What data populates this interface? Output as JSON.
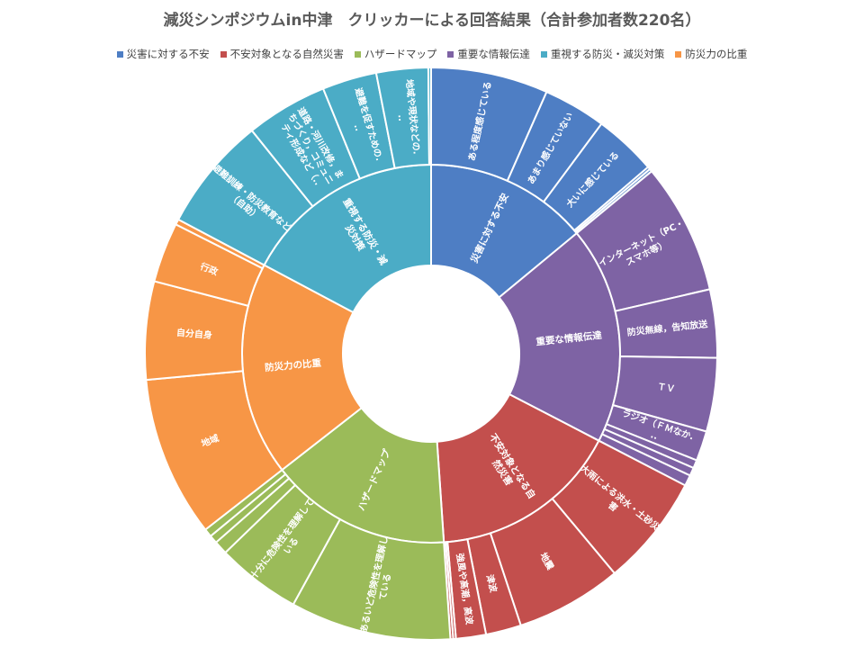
{
  "chart_data": {
    "type": "sunburst",
    "title": "減災シンポジウムin中津　クリッカーによる回答結果（合計参加者数220名）",
    "categories": [
      {
        "name": "災害に対する不安",
        "color": "#4e7ec4",
        "children": [
          {
            "label": "ある程度感じている",
            "value": 43
          },
          {
            "label": "あまり感じていない",
            "value": 23
          },
          {
            "label": "大いに感じている",
            "value": 23
          },
          {
            "label": "",
            "value": 1
          },
          {
            "label": "",
            "value": 1
          }
        ]
      },
      {
        "name": "重要な情報伝達",
        "color": "#7e63a4",
        "children": [
          {
            "label": "インターネット（PC・スマホ等）",
            "value": 48
          },
          {
            "label": "防災無線，告知放送",
            "value": 25
          },
          {
            "label": "ＴＶ",
            "value": 27
          },
          {
            "label": "ラジオ（ＦＭなか...",
            "value": 11
          },
          {
            "label": "",
            "value": 3
          },
          {
            "label": "",
            "value": 3
          },
          {
            "label": "",
            "value": 4
          }
        ]
      },
      {
        "name": "不安対象となる自然災害",
        "color": "#c34f4d",
        "children": [
          {
            "label": "大雨による洪水・土砂災害",
            "value": 41
          },
          {
            "label": "地震",
            "value": 39
          },
          {
            "label": "津波",
            "value": 13
          },
          {
            "label": "強風や高潮，高波",
            "value": 11
          },
          {
            "label": "",
            "value": 1
          },
          {
            "label": "",
            "value": 1
          }
        ]
      },
      {
        "name": "ハザードマップ",
        "color": "#9bbb59",
        "children": [
          {
            "label": "あるいど危険性を理解している",
            "value": 59
          },
          {
            "label": "十分に危険性を理解している",
            "value": 31
          },
          {
            "label": "",
            "value": 5
          },
          {
            "label": "",
            "value": 3
          },
          {
            "label": "",
            "value": 3
          }
        ]
      },
      {
        "name": "防災力の比重",
        "color": "#f79646",
        "children": [
          {
            "label": "地域",
            "value": 59
          },
          {
            "label": "自分自身",
            "value": 36
          },
          {
            "label": "行政",
            "value": 22
          },
          {
            "label": "",
            "value": 2
          }
        ]
      },
      {
        "name": "重視する防災・減災対策",
        "color": "#4bacc6",
        "children": [
          {
            "label": "避難訓練・防災教育など（自助）",
            "value": 42
          },
          {
            "label": "道路・河川改修，まちづくり，コミュニティ形成など（...",
            "value": 30
          },
          {
            "label": "避難を促すための...",
            "value": 20
          },
          {
            "label": "地域や現状などの...",
            "value": 19
          },
          {
            "label": "",
            "value": 1
          }
        ]
      }
    ]
  }
}
